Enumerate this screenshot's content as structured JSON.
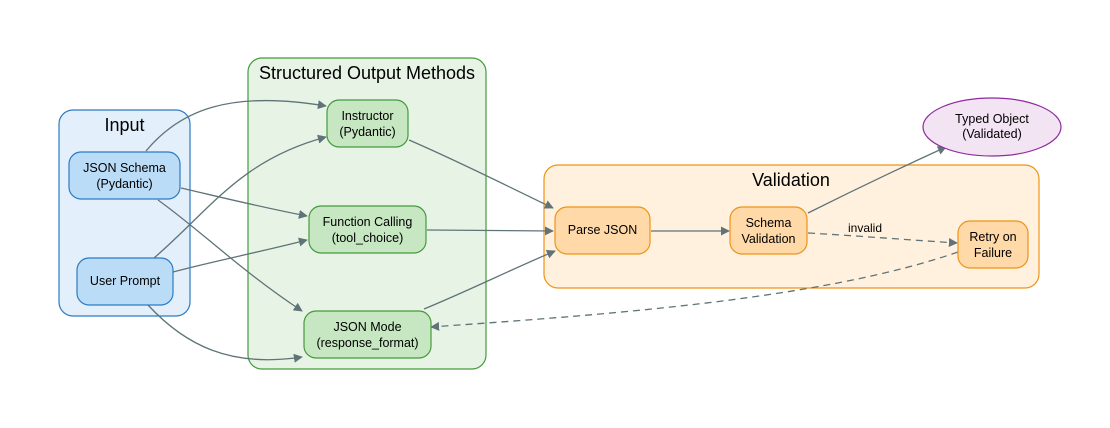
{
  "clusters": {
    "input": {
      "title": "Input"
    },
    "methods": {
      "title": "Structured Output Methods"
    },
    "validation": {
      "title": "Validation"
    }
  },
  "nodes": {
    "json_schema": {
      "line1": "JSON Schema",
      "line2": "(Pydantic)"
    },
    "user_prompt": {
      "line1": "User Prompt"
    },
    "instructor": {
      "line1": "Instructor",
      "line2": "(Pydantic)"
    },
    "function_calling": {
      "line1": "Function Calling",
      "line2": "(tool_choice)"
    },
    "json_mode": {
      "line1": "JSON Mode",
      "line2": "(response_format)"
    },
    "parse_json": {
      "line1": "Parse JSON"
    },
    "schema_validation": {
      "line1": "Schema",
      "line2": "Validation"
    },
    "retry": {
      "line1": "Retry on",
      "line2": "Failure"
    },
    "typed_object": {
      "line1": "Typed Object",
      "line2": "(Validated)"
    }
  },
  "edges": [
    {
      "from": "JSON Schema (Pydantic)",
      "to": "Instructor (Pydantic)",
      "style": "solid"
    },
    {
      "from": "JSON Schema (Pydantic)",
      "to": "Function Calling (tool_choice)",
      "style": "solid"
    },
    {
      "from": "JSON Schema (Pydantic)",
      "to": "JSON Mode (response_format)",
      "style": "solid"
    },
    {
      "from": "User Prompt",
      "to": "Instructor (Pydantic)",
      "style": "solid"
    },
    {
      "from": "User Prompt",
      "to": "Function Calling (tool_choice)",
      "style": "solid"
    },
    {
      "from": "User Prompt",
      "to": "JSON Mode (response_format)",
      "style": "solid"
    },
    {
      "from": "Instructor (Pydantic)",
      "to": "Parse JSON",
      "style": "solid"
    },
    {
      "from": "Function Calling (tool_choice)",
      "to": "Parse JSON",
      "style": "solid"
    },
    {
      "from": "JSON Mode (response_format)",
      "to": "Parse JSON",
      "style": "solid"
    },
    {
      "from": "Parse JSON",
      "to": "Schema Validation",
      "style": "solid"
    },
    {
      "from": "Schema Validation",
      "to": "Typed Object (Validated)",
      "style": "solid"
    },
    {
      "from": "Schema Validation",
      "to": "Retry on Failure",
      "style": "dashed",
      "label": "invalid"
    },
    {
      "from": "Retry on Failure",
      "to": "JSON Mode (response_format)",
      "style": "dashed"
    }
  ],
  "colors": {
    "input_fill": "#e3f0fb",
    "input_stroke": "#2a7bc4",
    "input_node_fill": "#bbdcf7",
    "methods_fill": "#e7f4e5",
    "methods_stroke": "#449a3c",
    "methods_node_fill": "#c7e6c2",
    "validation_fill": "#fff1dd",
    "validation_stroke": "#ef9317",
    "validation_node_fill": "#ffd9a8",
    "output_fill": "#f3e4f4",
    "output_stroke": "#8e2a9e",
    "edge": "#5f7478"
  }
}
